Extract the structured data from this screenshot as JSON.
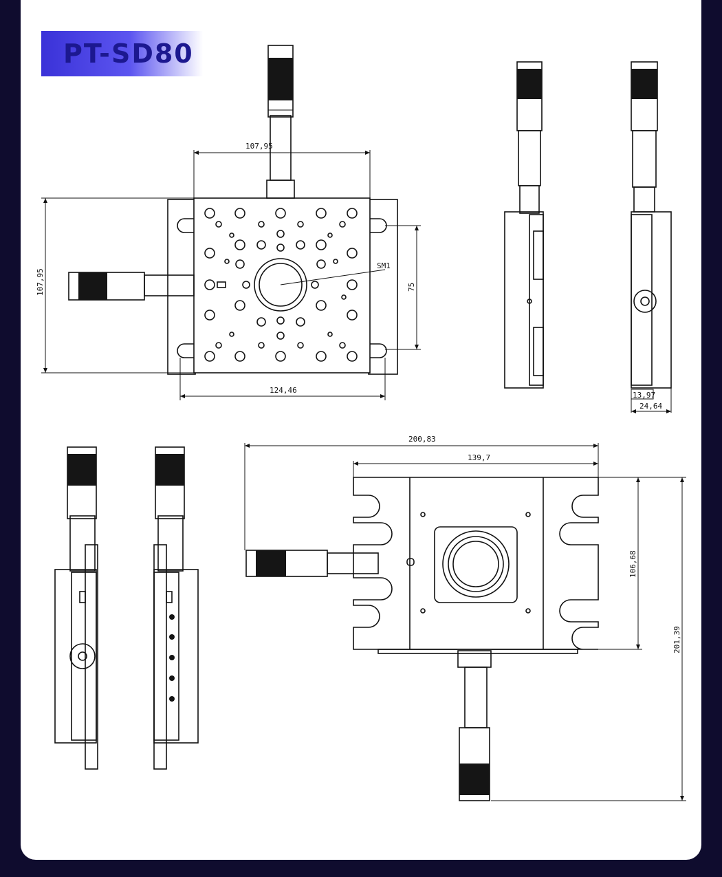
{
  "title": "PT-SD80",
  "dimensions": {
    "top_width": "107,95",
    "left_height": "107,95",
    "bottom_width": "124,46",
    "hole_spacing": "75",
    "thread_label": "SM1",
    "side_offset": "13,97",
    "side_depth": "24,64",
    "overall_width": "200,83",
    "plate_width": "139,7",
    "plate_height": "106,68",
    "overall_height": "201,39"
  }
}
